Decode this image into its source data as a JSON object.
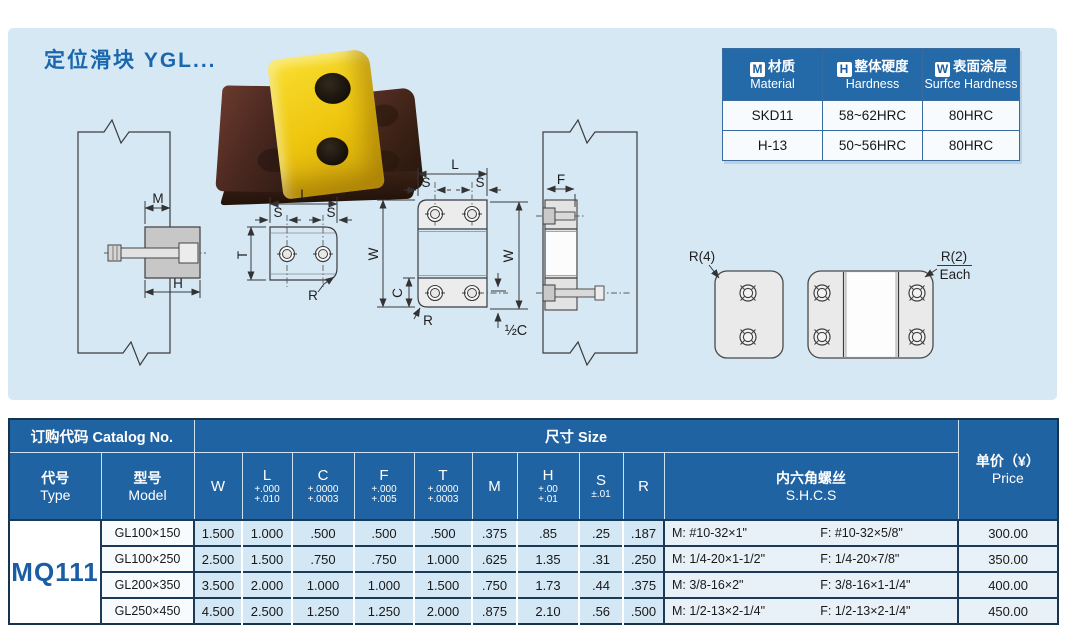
{
  "page": {
    "title": "定位滑块 YGL..."
  },
  "material_table": {
    "col1_icon": "M",
    "col1_zh": "材质",
    "col1_en": "Material",
    "col2_icon": "H",
    "col2_zh": "整体硬度",
    "col2_en": "Hardness",
    "col3_icon": "W",
    "col3_zh": "表面涂层",
    "col3_en": "Surfce Hardness",
    "rows": [
      {
        "material": "SKD11",
        "hardness": "58~62HRC",
        "surface": "80HRC"
      },
      {
        "material": "H-13",
        "hardness": "50~56HRC",
        "surface": "80HRC"
      }
    ]
  },
  "labels": {
    "M": "M",
    "H": "H",
    "L": "L",
    "S": "S",
    "T": "T",
    "R": "R",
    "W": "W",
    "C": "C",
    "F": "F",
    "half_c": "½C",
    "r4": "R(4)",
    "r2": "R(2)",
    "each": "Each"
  },
  "size_table": {
    "catalog_no": "订购代码 Catalog No.",
    "size": "尺寸 Size",
    "price_zh": "单价（¥）",
    "price_en": "Price",
    "type_zh": "代号",
    "type_en": "Type",
    "model_zh": "型号",
    "model_en": "Model",
    "cols": {
      "w": "W",
      "l": "L",
      "l_tol1": "+.000",
      "l_tol2": "+.010",
      "c": "C",
      "c_tol1": "+.0000",
      "c_tol2": "+.0003",
      "f": "F",
      "f_tol1": "+.000",
      "f_tol2": "+.005",
      "t": "T",
      "t_tol1": "+.0000",
      "t_tol2": "+.0003",
      "m": "M",
      "h": "H",
      "h_tol1": "+.00",
      "h_tol2": "+.01",
      "s": "S",
      "s_tol": "±.01",
      "r": "R",
      "shcs_zh": "内六角螺丝",
      "shcs_en": "S.H.C.S"
    },
    "type_value": "MQ111",
    "rows": [
      {
        "model": "GL100×150",
        "w": "1.500",
        "l": "1.000",
        "c": ".500",
        "f": ".500",
        "t": ".500",
        "m": ".375",
        "h": ".85",
        "s": ".25",
        "r": ".187",
        "shcs_m": "M: #10-32×1\"",
        "shcs_f": "F: #10-32×5/8\"",
        "price": "300.00"
      },
      {
        "model": "GL100×250",
        "w": "2.500",
        "l": "1.500",
        "c": ".750",
        "f": ".750",
        "t": "1.000",
        "m": ".625",
        "h": "1.35",
        "s": ".31",
        "r": ".250",
        "shcs_m": "M: 1/4-20×1-1/2\"",
        "shcs_f": "F: 1/4-20×7/8\"",
        "price": "350.00"
      },
      {
        "model": "GL200×350",
        "w": "3.500",
        "l": "2.000",
        "c": "1.000",
        "f": "1.000",
        "t": "1.500",
        "m": ".750",
        "h": "1.73",
        "s": ".44",
        "r": ".375",
        "shcs_m": "M: 3/8-16×2\"",
        "shcs_f": "F: 3/8-16×1-1/4\"",
        "price": "400.00"
      },
      {
        "model": "GL250×450",
        "w": "4.500",
        "l": "2.500",
        "c": "1.250",
        "f": "1.250",
        "t": "2.000",
        "m": ".875",
        "h": "2.10",
        "s": ".56",
        "r": ".500",
        "shcs_m": "M: 1/2-13×2-1/4\"",
        "shcs_f": "F: 1/2-13×2-1/4\"",
        "price": "450.00"
      }
    ]
  }
}
